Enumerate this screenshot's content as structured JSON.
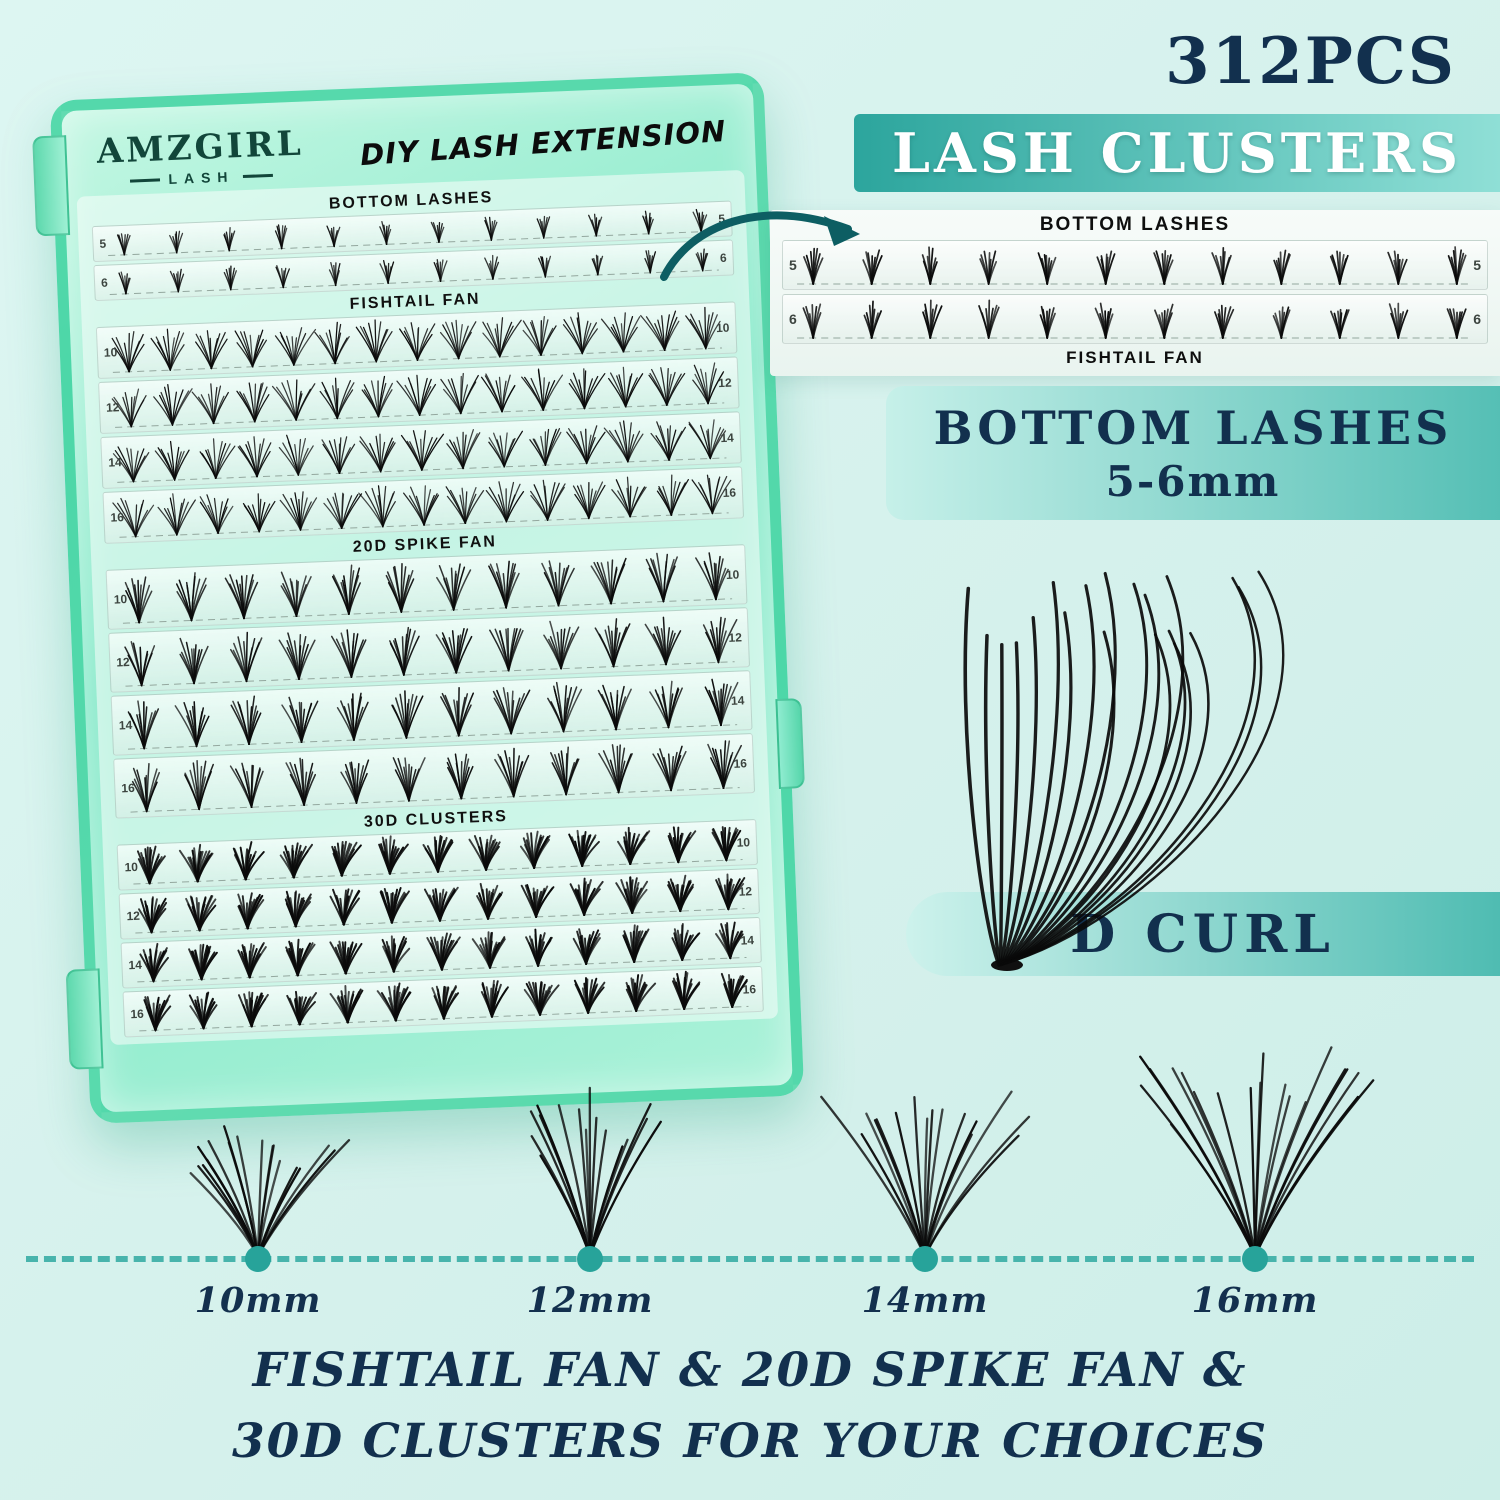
{
  "colors": {
    "background": "#d8f3ef",
    "accent_teal": "#2fa9a1",
    "banner_light": "#8fdfd6",
    "navy": "#12304e",
    "tray_green": "#49d3a2",
    "lash_black": "#0b0b0b"
  },
  "headline": {
    "count": "312PCS",
    "banner": "LASH CLUSTERS"
  },
  "tray": {
    "brand": "AMZGIRL",
    "brand_sub": "LASH",
    "title": "DIY LASH EXTENSION",
    "sections": [
      {
        "label": "BOTTOM LASHES",
        "type": "bottom",
        "rows": [
          "5",
          "6"
        ],
        "clusters_per_row": 12
      },
      {
        "label": "FISHTAIL FAN",
        "type": "fishtail",
        "rows": [
          "10",
          "12",
          "14",
          "16"
        ],
        "clusters_per_row": 15
      },
      {
        "label": "20D SPIKE FAN",
        "type": "spike",
        "rows": [
          "10",
          "12",
          "14",
          "16"
        ],
        "clusters_per_row": 12
      },
      {
        "label": "30D CLUSTERS",
        "type": "cluster",
        "rows": [
          "10",
          "12",
          "14",
          "16"
        ],
        "clusters_per_row": 13
      }
    ]
  },
  "inset": {
    "top_label": "BOTTOM LASHES",
    "bottom_label": "FISHTAIL FAN",
    "rows": [
      "5",
      "6"
    ],
    "clusters_per_row": 12
  },
  "banner_bottom": {
    "title": "BOTTOM LASHES",
    "size": "5-6mm"
  },
  "curl": {
    "label": "D CURL"
  },
  "sizes": [
    {
      "label": "10mm"
    },
    {
      "label": "12mm"
    },
    {
      "label": "14mm"
    },
    {
      "label": "16mm"
    }
  ],
  "footer": {
    "line1": "FISHTAIL FAN & 20D SPIKE FAN &",
    "line2": "30D CLUSTERS FOR YOUR CHOICES"
  }
}
